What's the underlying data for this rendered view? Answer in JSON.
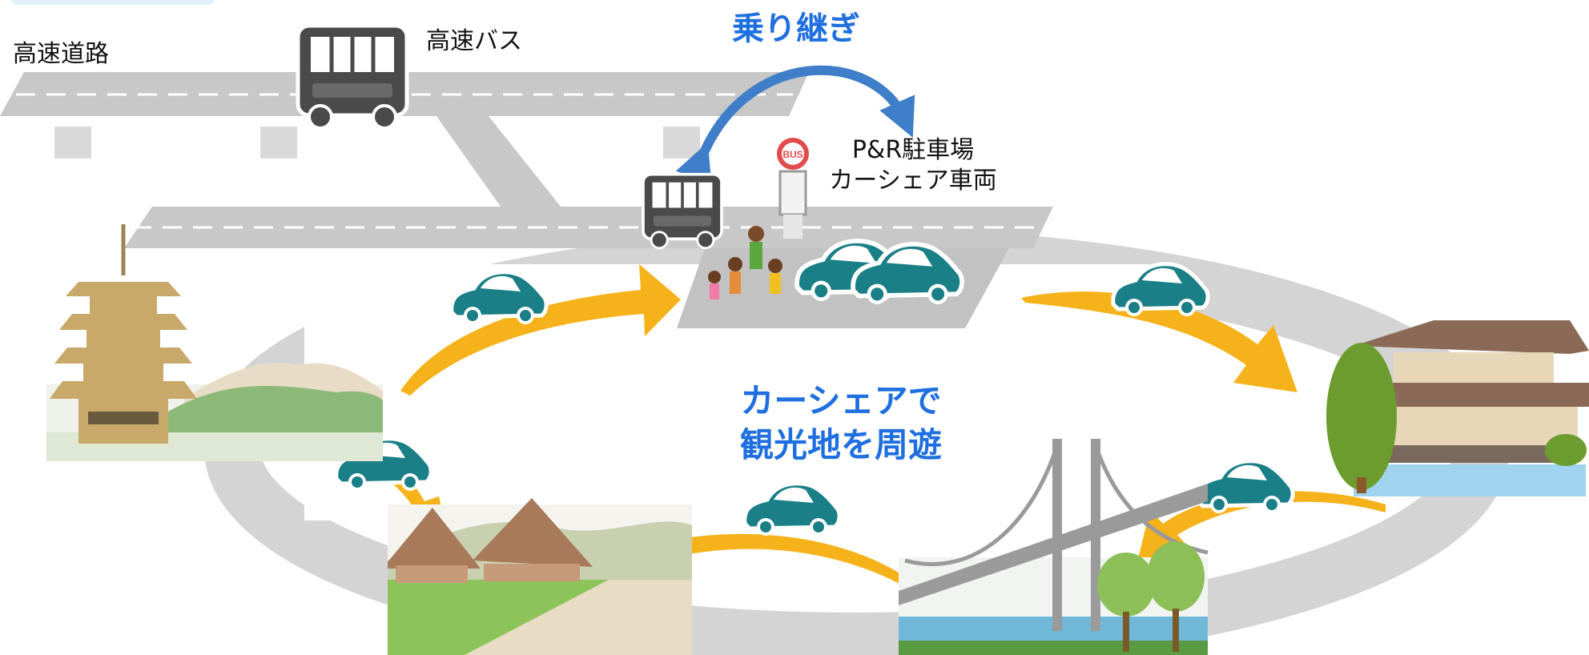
{
  "labels": {
    "highway": "高速道路",
    "highway_bus": "高速バス",
    "transfer": "乗り継ぎ",
    "parking_line1": "P&R駐車場",
    "parking_line2": "カーシェア車両",
    "carshare_line1": "カーシェアで",
    "carshare_line2": "観光地を周遊"
  },
  "icons": {
    "bus_stop_sign": "BUS"
  },
  "colors": {
    "accent_blue": "#1f6fe0",
    "car_teal": "#1a7f86",
    "arrow_orange": "#f6b21a",
    "road_gray": "#c8c8c8",
    "bus_gray": "#4a4a4a"
  }
}
